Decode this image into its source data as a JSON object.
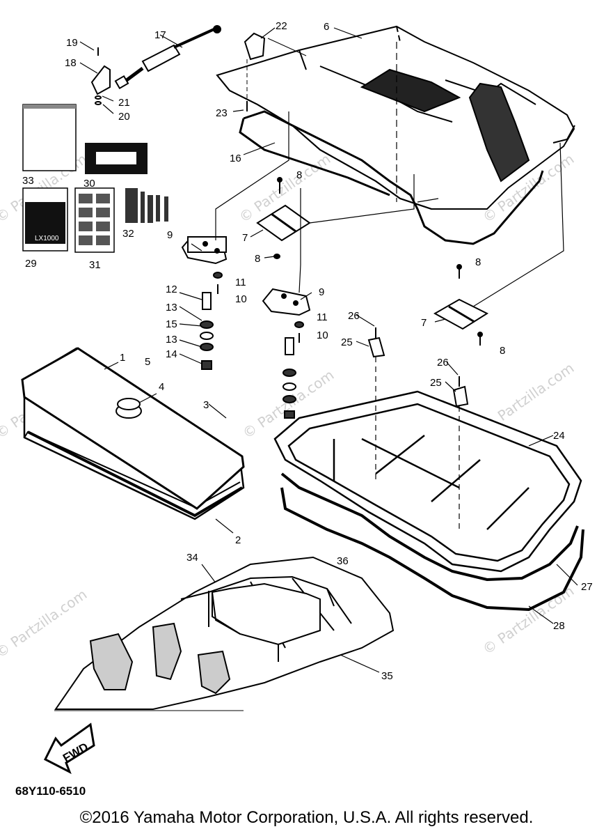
{
  "watermark": "© Partzilla.com",
  "part_code": "68Y110-6510",
  "copyright": "©2016  Yamaha Motor Corporation, U.S.A. All rights reserved.",
  "fwd_label": "FWD",
  "card_29_text": "LX1000",
  "callouts": {
    "n1": "1",
    "n2": "2",
    "n3": "3",
    "n4": "4",
    "n5": "5",
    "n6": "6",
    "n7a": "7",
    "n7b": "7",
    "n8a": "8",
    "n8b": "8",
    "n8c": "8",
    "n8d": "8",
    "n9a": "9",
    "n9b": "9",
    "n10a": "10",
    "n10b": "10",
    "n11a": "11",
    "n11b": "11",
    "n12": "12",
    "n13a": "13",
    "n13b": "13",
    "n14": "14",
    "n15": "15",
    "n16": "16",
    "n17": "17",
    "n18": "18",
    "n19": "19",
    "n20": "20",
    "n21": "21",
    "n22": "22",
    "n23": "23",
    "n24": "24",
    "n25a": "25",
    "n25b": "25",
    "n26a": "26",
    "n26b": "26",
    "n27": "27",
    "n28": "28",
    "n29": "29",
    "n30": "30",
    "n31": "31",
    "n32": "32",
    "n33": "33",
    "n34": "34",
    "n35": "35",
    "n36": "36"
  }
}
